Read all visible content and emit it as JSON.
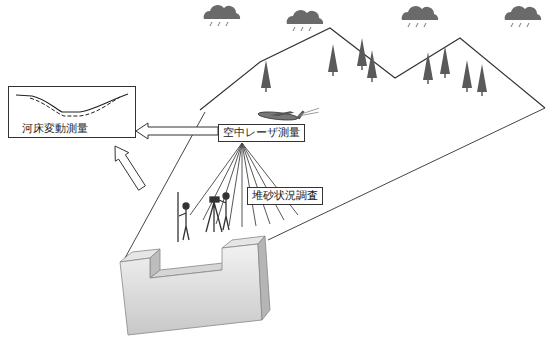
{
  "diagram": {
    "nodes": [
      {
        "text": [
          "空中レーザ測量"
        ]
      },
      {
        "text": [
          "河床変動測量"
        ]
      },
      {
        "text": [
          "堆砂状況調査"
        ]
      }
    ],
    "edges": [
      {
        "from": 0,
        "to": 1,
        "arrow": "to"
      }
    ]
  }
}
